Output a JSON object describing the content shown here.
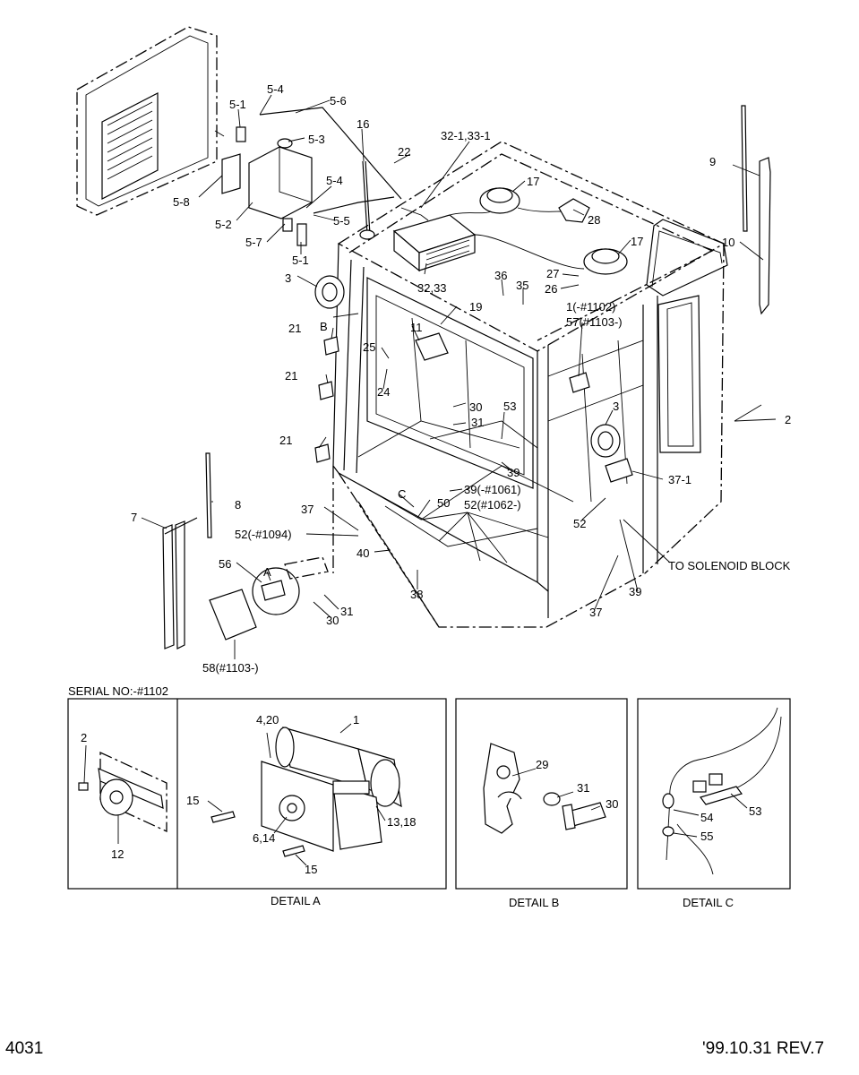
{
  "labels": {
    "l_5_1a": "5-1",
    "l_5_4a": "5-4",
    "l_5_6": "5-6",
    "l_5_3": "5-3",
    "l_16": "16",
    "l_32_1": "32-1,33-1",
    "l_22": "22",
    "l_5_4b": "5-4",
    "l_5_8": "5-8",
    "l_5_5": "5-5",
    "l_5_2": "5-2",
    "l_5_7": "5-7",
    "l_5_1b": "5-1",
    "l_17a": "17",
    "l_28": "28",
    "l_17b": "17",
    "l_9": "9",
    "l_10": "10",
    "l_3a": "3",
    "l_32_33": "32,33",
    "l_36": "36",
    "l_35": "35",
    "l_27": "27",
    "l_26": "26",
    "l_1_1102": "1(-#1102)",
    "l_57": "57(#1103-)",
    "l_19": "19",
    "l_B": "B",
    "l_21a": "21",
    "l_11": "11",
    "l_25": "25",
    "l_24": "24",
    "l_21b": "21",
    "l_30a": "30",
    "l_53": "53",
    "l_2": "2",
    "l_3b": "3",
    "l_31a": "31",
    "l_21c": "21",
    "l_39a": "39",
    "l_37_1": "37-1",
    "l_39_1061": "39(-#1061)",
    "l_C": "C",
    "l_52_1062": "52(#1062-)",
    "l_8": "8",
    "l_37a": "37",
    "l_50": "50",
    "l_7": "7",
    "l_52_1094": "52(-#1094)",
    "l_52": "52",
    "l_40": "40",
    "l_solenoid": "TO SOLENOID BLOCK",
    "l_56": "56",
    "l_A": "A",
    "l_38": "38",
    "l_39b": "39",
    "l_37b": "37",
    "l_31b": "31",
    "l_30b": "30",
    "l_58": "58(#1103-)"
  },
  "serial_no": "SERIAL NO:-#1102",
  "detail_a": {
    "caption": "DETAIL A",
    "labels": {
      "d2": "2",
      "d4_20": "4,20",
      "d1": "1",
      "d15a": "15",
      "d13_18": "13,18",
      "d6_14": "6,14",
      "d15b": "15",
      "d12": "12"
    }
  },
  "detail_b": {
    "caption": "DETAIL B",
    "labels": {
      "d29": "29",
      "d31": "31",
      "d30": "30"
    }
  },
  "detail_c": {
    "caption": "DETAIL C",
    "labels": {
      "d53": "53",
      "d54": "54",
      "d55": "55"
    }
  },
  "footer": {
    "page_number": "4031",
    "revision": "'99.10.31  REV.7"
  }
}
